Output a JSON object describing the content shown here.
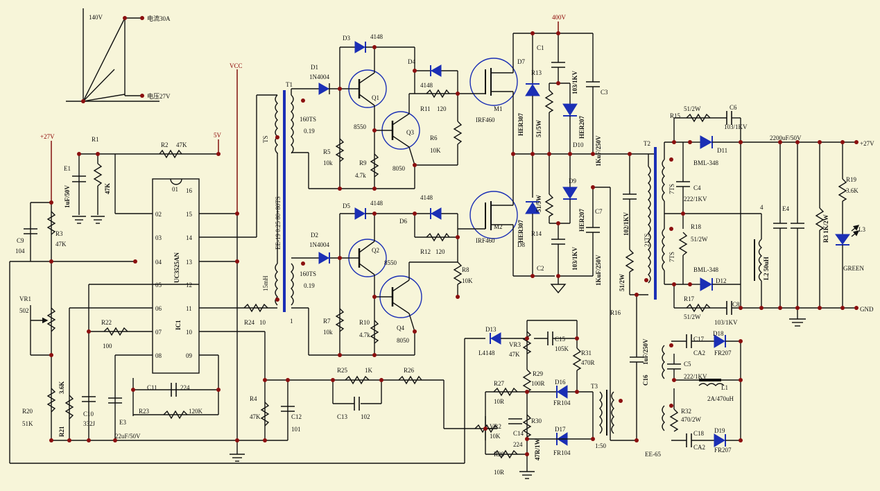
{
  "graph": {
    "v140": "140V",
    "v30a": "电流30A",
    "v27": "电压27V"
  },
  "power": {
    "vcc": "VCC",
    "p27": "+27V",
    "v5": "5V",
    "v400": "400V",
    "out27": "+27V",
    "gnd": "GND"
  },
  "ic": {
    "name": "UC3525AN",
    "ref": "IC1",
    "pins_left": [
      "01",
      "02",
      "03",
      "04",
      "05",
      "06",
      "07",
      "08"
    ],
    "pins_right": [
      "16",
      "15",
      "14",
      "13",
      "12",
      "11",
      "10",
      "09"
    ]
  },
  "labels": {
    "E1": "E1",
    "E1v": "1uF/50V",
    "R1": "R1",
    "R1v": "47K",
    "R2": "R2",
    "R2v": "47K",
    "C9": "C9",
    "C9v": "104",
    "R3": "R3",
    "R3v": "47K",
    "VR1": "VR1",
    "VR1v": "502",
    "R22": "R22",
    "R22v": "100",
    "R21": "R21",
    "R21v": "3.6K",
    "C10": "C10",
    "C10v": "332J",
    "E3": "E3",
    "E3v": "22uF/50V",
    "R20": "R20",
    "R20v": "51K",
    "C11": "C11",
    "C11v": "224",
    "R23": "R23",
    "R23v": "120K",
    "R24": "R24",
    "R24v": "10",
    "one": "1",
    "R4": "R4",
    "R4v": "47K",
    "C12": "C12",
    "C12v": "101",
    "R25": "R25",
    "R25v": "1K",
    "C13": "C13",
    "C13v": "102",
    "R26": "R26",
    "T1": "T1",
    "T1ts": "TS",
    "T1p1": "160TS",
    "T1p1w": "0.19",
    "T1sec": "EE-19 0.25 80+80TS",
    "T1p2": "160TS",
    "T1p2w": "0.19",
    "T1l": "15mH",
    "D1": "D1",
    "D1v": "1N4004",
    "D2": "D2",
    "D2v": "1N4004",
    "D3": "D3",
    "D3v": "4148",
    "D4": "D4",
    "D4v": "4148",
    "D5": "D5",
    "D5v": "4148",
    "D6": "D6",
    "D6v": "4148",
    "Q1": "Q1",
    "Q1v": "8550",
    "Q2": "Q2",
    "Q2v": "8550",
    "Q3": "Q3",
    "Q3v": "8050",
    "Q4": "Q4",
    "Q4v": "8050",
    "R5": "R5",
    "R5v": "10k",
    "R6": "R6",
    "R6v": "10K",
    "R7": "R7",
    "R7v": "10k",
    "R8": "R8",
    "R8v": "10K",
    "R9": "R9",
    "R9v": "4.7k",
    "R10": "R10",
    "R10v": "4.7k",
    "R11": "R11",
    "R11v": "120",
    "R12": "R12",
    "R12v": "120",
    "M1": "M1",
    "M1v": "IRF460",
    "M2": "M2",
    "M2v": "IRF460",
    "D7": "D7",
    "D8": "D8",
    "D7v": "HER307",
    "D8v": "HER307",
    "R13": "R13",
    "R14": "R14",
    "R13v": "51/5W",
    "R14v": "51/5W",
    "C1": "C1",
    "C2": "C2",
    "C1v": "103/1KV",
    "C2v": "103/1KV",
    "D9": "D9",
    "D10": "D10",
    "D9v": "HER207",
    "D10v": "HER207",
    "C3": "C3",
    "C3v": "1KuF/250V",
    "C7": "C7",
    "C7v": "1KuF/250V",
    "R16": "R16",
    "R16v": "51/2W",
    "C16c": "102/1KV",
    "T2": "T2",
    "T2a": "21TS",
    "T2b": "7TS",
    "T2c": "7TS",
    "R15": "R15",
    "R15v": "51/2W",
    "C6": "C6",
    "C6v": "103/1KV",
    "D11": "D11",
    "D11v": "BML-348",
    "C4": "C4",
    "C4v": "222/1KV",
    "R18": "R18",
    "R18v": "51/2W",
    "D12": "D12",
    "D12v": "BML-348",
    "R17": "R17",
    "R17v": "51/2W",
    "C8": "C8",
    "C8v": "103/1KV",
    "C5cap": "2200uF/50V",
    "E4": "E4",
    "L2": "L2 50uH",
    "R3b": "R3 1K/2W",
    "R19": "R19",
    "R19v": "3.6K",
    "L3": "L3",
    "L3v": "GREEN",
    "four": "4",
    "D13": "D13",
    "D13v": "L4148",
    "VR3": "VR3",
    "VR3v": "47K",
    "C15": "C15",
    "C15v": "105K",
    "R31": "R31",
    "R31v": "470R",
    "R29": "R29",
    "R29v": "100R",
    "R27": "R27",
    "R27v": "10R",
    "D16": "D16",
    "D16v": "FR104",
    "D17": "D17",
    "D17v": "FR104",
    "VR2": "VR2",
    "VR2v": "10K",
    "C14": "C14",
    "C14v": "224",
    "R30": "R30",
    "R30v": "47R/1W",
    "R28": "R28",
    "R28v": "10R",
    "T3": "T3",
    "T3v": "1:50",
    "C16": "C16",
    "C16v": "1uF/250V",
    "C17": "C17",
    "C17v": "CA2",
    "D18": "D18",
    "D18v": "FR207",
    "C5": "C5",
    "C5v": "222/1KV",
    "L1": "L1",
    "L1v": "2A/470uH",
    "R32": "R32",
    "R32v": "470/2W",
    "C18": "C18",
    "C18v": "CA2",
    "D19": "D19",
    "D19v": "FR207",
    "EE65": "EE-65"
  }
}
